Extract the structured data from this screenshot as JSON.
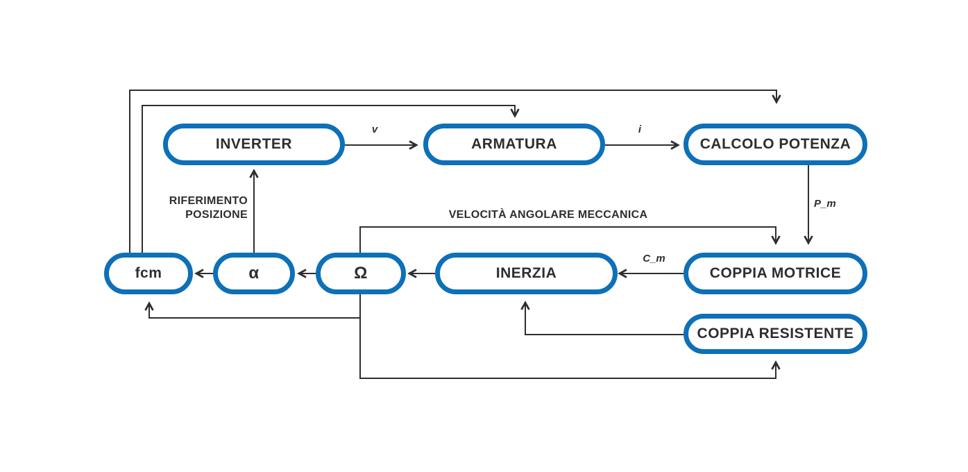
{
  "diagram": {
    "type": "block-diagram",
    "accent_color": "#0d70b8",
    "line_color": "#2e2e2e",
    "text_color": "#2d2e30",
    "background_color": "#ffffff",
    "nodes": {
      "inverter": {
        "label": "INVERTER"
      },
      "armatura": {
        "label": "ARMATURA"
      },
      "calcolo_potenza": {
        "label": "CALCOLO POTENZA"
      },
      "fcm": {
        "label": "fcm"
      },
      "alpha": {
        "label": "α"
      },
      "omega": {
        "label": "Ω"
      },
      "inerzia": {
        "label": "INERZIA"
      },
      "coppia_motrice": {
        "label": "COPPIA MOTRICE"
      },
      "coppia_resistente": {
        "label": "COPPIA RESISTENTE"
      }
    },
    "edge_labels": {
      "v": "v",
      "i": "i",
      "p_m": "P_m",
      "c_m": "C_m",
      "riferimento_posizione": "RIFERIMENTO\nPOSIZIONE",
      "velocita_angolare": "VELOCITÀ ANGOLARE MECCANICA"
    },
    "edges": [
      {
        "from": "inverter",
        "to": "armatura",
        "label": "v"
      },
      {
        "from": "armatura",
        "to": "calcolo_potenza",
        "label": "i"
      },
      {
        "from": "calcolo_potenza",
        "to": "coppia_motrice",
        "label": "P_m"
      },
      {
        "from": "coppia_motrice",
        "to": "inerzia",
        "label": "C_m"
      },
      {
        "from": "inerzia",
        "to": "omega",
        "label": ""
      },
      {
        "from": "omega",
        "to": "alpha",
        "label": ""
      },
      {
        "from": "alpha",
        "to": "fcm",
        "label": ""
      },
      {
        "from": "alpha",
        "to": "inverter",
        "label": "RIFERIMENTO POSIZIONE"
      },
      {
        "from": "omega",
        "to": "coppia_motrice",
        "label": "VELOCITÀ ANGOLARE MECCANICA"
      },
      {
        "from": "fcm",
        "to": "calcolo_potenza",
        "label": ""
      },
      {
        "from": "fcm",
        "to": "armatura",
        "label": ""
      },
      {
        "from": "omega",
        "to": "fcm",
        "label": ""
      },
      {
        "from": "omega",
        "to": "coppia_resistente",
        "label": ""
      },
      {
        "from": "coppia_resistente",
        "to": "inerzia",
        "label": ""
      }
    ]
  }
}
